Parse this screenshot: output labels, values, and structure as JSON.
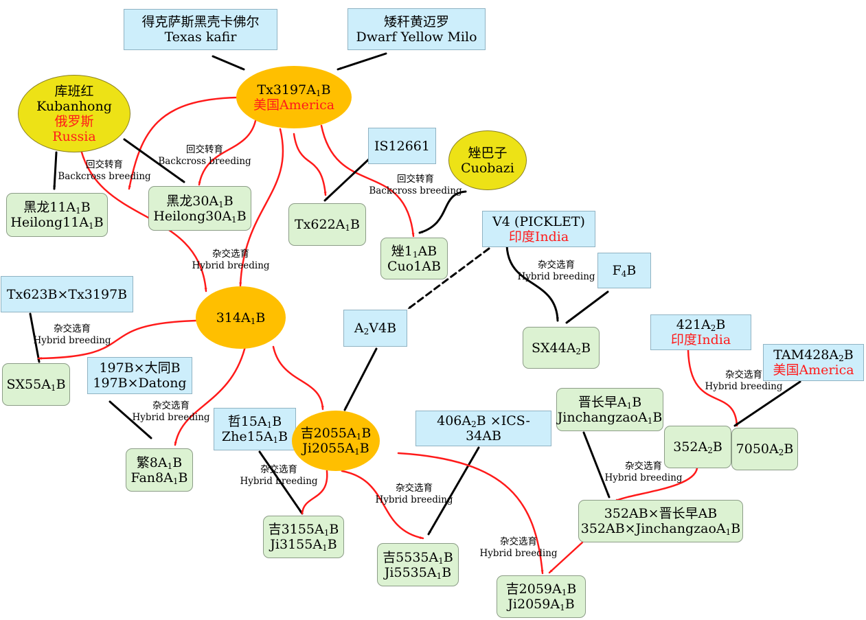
{
  "colors": {
    "info_box": "#cdeefb",
    "line_box": "#dcf2d2",
    "core_line": "#ffbf00",
    "foreign_source": "#ede216",
    "backcross_arrow": "#ff1a1a",
    "hybrid_arrow": "#000000",
    "country_text": "#ff1a1a"
  },
  "nodes": {
    "texas_kafir": {
      "lines": [
        [
          {
            "t": "得克萨斯黑壳卡佛尔"
          }
        ],
        [
          {
            "t": "Texas kafir"
          }
        ]
      ]
    },
    "dwarf_yellow_milo": {
      "lines": [
        [
          {
            "t": "矮秆黄迈罗"
          }
        ],
        [
          {
            "t": "Dwarf Yellow Milo"
          }
        ]
      ]
    },
    "tx3197": {
      "lines": [
        [
          {
            "t": "Tx3197A"
          },
          {
            "t": "1",
            "sub": true
          },
          {
            "t": "B"
          }
        ],
        [
          {
            "t": "美国America",
            "red": true
          }
        ]
      ]
    },
    "kubanhong": {
      "lines": [
        [
          {
            "t": "库班红"
          }
        ],
        [
          {
            "t": "Kubanhong"
          }
        ],
        [
          {
            "t": "俄罗斯",
            "red": true
          }
        ],
        [
          {
            "t": "Russia",
            "red": true
          }
        ]
      ]
    },
    "heilong11": {
      "lines": [
        [
          {
            "t": "黑龙11A"
          },
          {
            "t": "1",
            "sub": true
          },
          {
            "t": "B"
          }
        ],
        [
          {
            "t": "Heilong11A"
          },
          {
            "t": "1",
            "sub": true
          },
          {
            "t": "B"
          }
        ]
      ]
    },
    "heilong30": {
      "lines": [
        [
          {
            "t": "黑龙30A"
          },
          {
            "t": "1",
            "sub": true
          },
          {
            "t": "B"
          }
        ],
        [
          {
            "t": "Heilong30A"
          },
          {
            "t": "1",
            "sub": true
          },
          {
            "t": "B"
          }
        ]
      ]
    },
    "is12661": {
      "lines": [
        [
          {
            "t": "IS12661"
          }
        ]
      ]
    },
    "tx622": {
      "lines": [
        [
          {
            "t": "Tx622A"
          },
          {
            "t": "1",
            "sub": true
          },
          {
            "t": "B"
          }
        ]
      ]
    },
    "cuobazi": {
      "lines": [
        [
          {
            "t": "矬巴子"
          }
        ],
        [
          {
            "t": "Cuobazi"
          }
        ]
      ]
    },
    "cuo1": {
      "lines": [
        [
          {
            "t": "矬1"
          },
          {
            "t": "1",
            "sub": true
          },
          {
            "t": "AB"
          }
        ],
        [
          {
            "t": "Cuo1AB"
          }
        ]
      ]
    },
    "v4": {
      "lines": [
        [
          {
            "t": "V4 (PICKLET)"
          }
        ],
        [
          {
            "t": "印度India",
            "red": true
          }
        ]
      ]
    },
    "tx623": {
      "lines": [
        [
          {
            "t": "Tx623B×Tx3197B"
          }
        ]
      ]
    },
    "l314": {
      "lines": [
        [
          {
            "t": "314A"
          },
          {
            "t": "1",
            "sub": true
          },
          {
            "t": "B"
          }
        ]
      ]
    },
    "a2v4b": {
      "lines": [
        [
          {
            "t": "A"
          },
          {
            "t": "2",
            "sub": true
          },
          {
            "t": "V4B"
          }
        ]
      ]
    },
    "f4b": {
      "lines": [
        [
          {
            "t": "F"
          },
          {
            "t": "4",
            "sub": true
          },
          {
            "t": "B"
          }
        ]
      ]
    },
    "sx44": {
      "lines": [
        [
          {
            "t": "SX44A"
          },
          {
            "t": "2",
            "sub": true
          },
          {
            "t": "B"
          }
        ]
      ]
    },
    "sx55": {
      "lines": [
        [
          {
            "t": "SX55A"
          },
          {
            "t": "1",
            "sub": true
          },
          {
            "t": "B"
          }
        ]
      ]
    },
    "b197": {
      "lines": [
        [
          {
            "t": "197B×大同B"
          }
        ],
        [
          {
            "t": "197B×Datong"
          }
        ]
      ]
    },
    "a421": {
      "lines": [
        [
          {
            "t": "421A"
          },
          {
            "t": "2",
            "sub": true
          },
          {
            "t": "B"
          }
        ],
        [
          {
            "t": "印度India",
            "red": true
          }
        ]
      ]
    },
    "tam428": {
      "lines": [
        [
          {
            "t": "TAM428A"
          },
          {
            "t": "2",
            "sub": true
          },
          {
            "t": "B"
          }
        ],
        [
          {
            "t": "美国America",
            "red": true
          }
        ]
      ]
    },
    "jinchangzao": {
      "lines": [
        [
          {
            "t": "晋长早A"
          },
          {
            "t": "1",
            "sub": true
          },
          {
            "t": "B"
          }
        ],
        [
          {
            "t": "JinchangzaoA"
          },
          {
            "t": "1",
            "sub": true
          },
          {
            "t": "B"
          }
        ]
      ]
    },
    "zhe15": {
      "lines": [
        [
          {
            "t": "哲15A"
          },
          {
            "t": "1",
            "sub": true
          },
          {
            "t": "B"
          }
        ],
        [
          {
            "t": "Zhe15A"
          },
          {
            "t": "1",
            "sub": true
          },
          {
            "t": "B"
          }
        ]
      ]
    },
    "ji2055": {
      "lines": [
        [
          {
            "t": "吉2055A"
          },
          {
            "t": "1",
            "sub": true
          },
          {
            "t": "B"
          }
        ],
        [
          {
            "t": "Ji2055A"
          },
          {
            "t": "1",
            "sub": true
          },
          {
            "t": "B"
          }
        ]
      ]
    },
    "ics34": {
      "lines": [
        [
          {
            "t": "406A"
          },
          {
            "t": "2",
            "sub": true
          },
          {
            "t": "B ×ICS-"
          }
        ],
        [
          {
            "t": "34AB"
          }
        ]
      ]
    },
    "l352": {
      "lines": [
        [
          {
            "t": "352A"
          },
          {
            "t": "2",
            "sub": true
          },
          {
            "t": "B"
          }
        ]
      ]
    },
    "l7050": {
      "lines": [
        [
          {
            "t": "7050A"
          },
          {
            "t": "2",
            "sub": true
          },
          {
            "t": "B"
          }
        ]
      ]
    },
    "fan8": {
      "lines": [
        [
          {
            "t": "繁8A"
          },
          {
            "t": "1",
            "sub": true
          },
          {
            "t": "B"
          }
        ],
        [
          {
            "t": "Fan8A"
          },
          {
            "t": "1",
            "sub": true
          },
          {
            "t": "B"
          }
        ]
      ]
    },
    "cross352": {
      "lines": [
        [
          {
            "t": "352AB×晋长早AB"
          }
        ],
        [
          {
            "t": "352AB×JinchangzaoA"
          },
          {
            "t": "1",
            "sub": true
          },
          {
            "t": "B"
          }
        ]
      ]
    },
    "ji3155": {
      "lines": [
        [
          {
            "t": "吉3155A"
          },
          {
            "t": "1",
            "sub": true
          },
          {
            "t": "B"
          }
        ],
        [
          {
            "t": "Ji3155A"
          },
          {
            "t": "1",
            "sub": true
          },
          {
            "t": "B"
          }
        ]
      ]
    },
    "ji5535": {
      "lines": [
        [
          {
            "t": "吉5535A"
          },
          {
            "t": "1",
            "sub": true
          },
          {
            "t": "B"
          }
        ],
        [
          {
            "t": "Ji5535A"
          },
          {
            "t": "1",
            "sub": true
          },
          {
            "t": "B"
          }
        ]
      ]
    },
    "ji2059": {
      "lines": [
        [
          {
            "t": "吉2059A"
          },
          {
            "t": "1",
            "sub": true
          },
          {
            "t": "B"
          }
        ],
        [
          {
            "t": "Ji2059A"
          },
          {
            "t": "1",
            "sub": true
          },
          {
            "t": "B"
          }
        ]
      ]
    }
  },
  "edge_labels": {
    "backcross_heilong11": [
      "回交转育",
      "Backcross breeding"
    ],
    "backcross_heilong30": [
      "回交转育",
      "Backcross breeding"
    ],
    "backcross_cuo1": [
      "回交转育",
      "Backcross breeding"
    ],
    "hybrid_314": [
      "杂交选育",
      "Hybrid breeding"
    ],
    "hybrid_sx55": [
      "杂交选育",
      "Hybrid breeding"
    ],
    "hybrid_sx44": [
      "杂交选育",
      "Hybrid breeding"
    ],
    "hybrid_fan8": [
      "杂交选育",
      "Hybrid breeding"
    ],
    "hybrid_ji3155": [
      "杂交选育",
      "Hybrid breeding"
    ],
    "hybrid_ji5535": [
      "杂交选育",
      "Hybrid breeding"
    ],
    "hybrid_7050": [
      "杂交选育",
      "Hybrid breeding"
    ],
    "hybrid_cross352": [
      "杂交选育",
      "Hybrid breeding"
    ],
    "hybrid_ji2059": [
      "杂交选育",
      "Hybrid breeding"
    ]
  }
}
